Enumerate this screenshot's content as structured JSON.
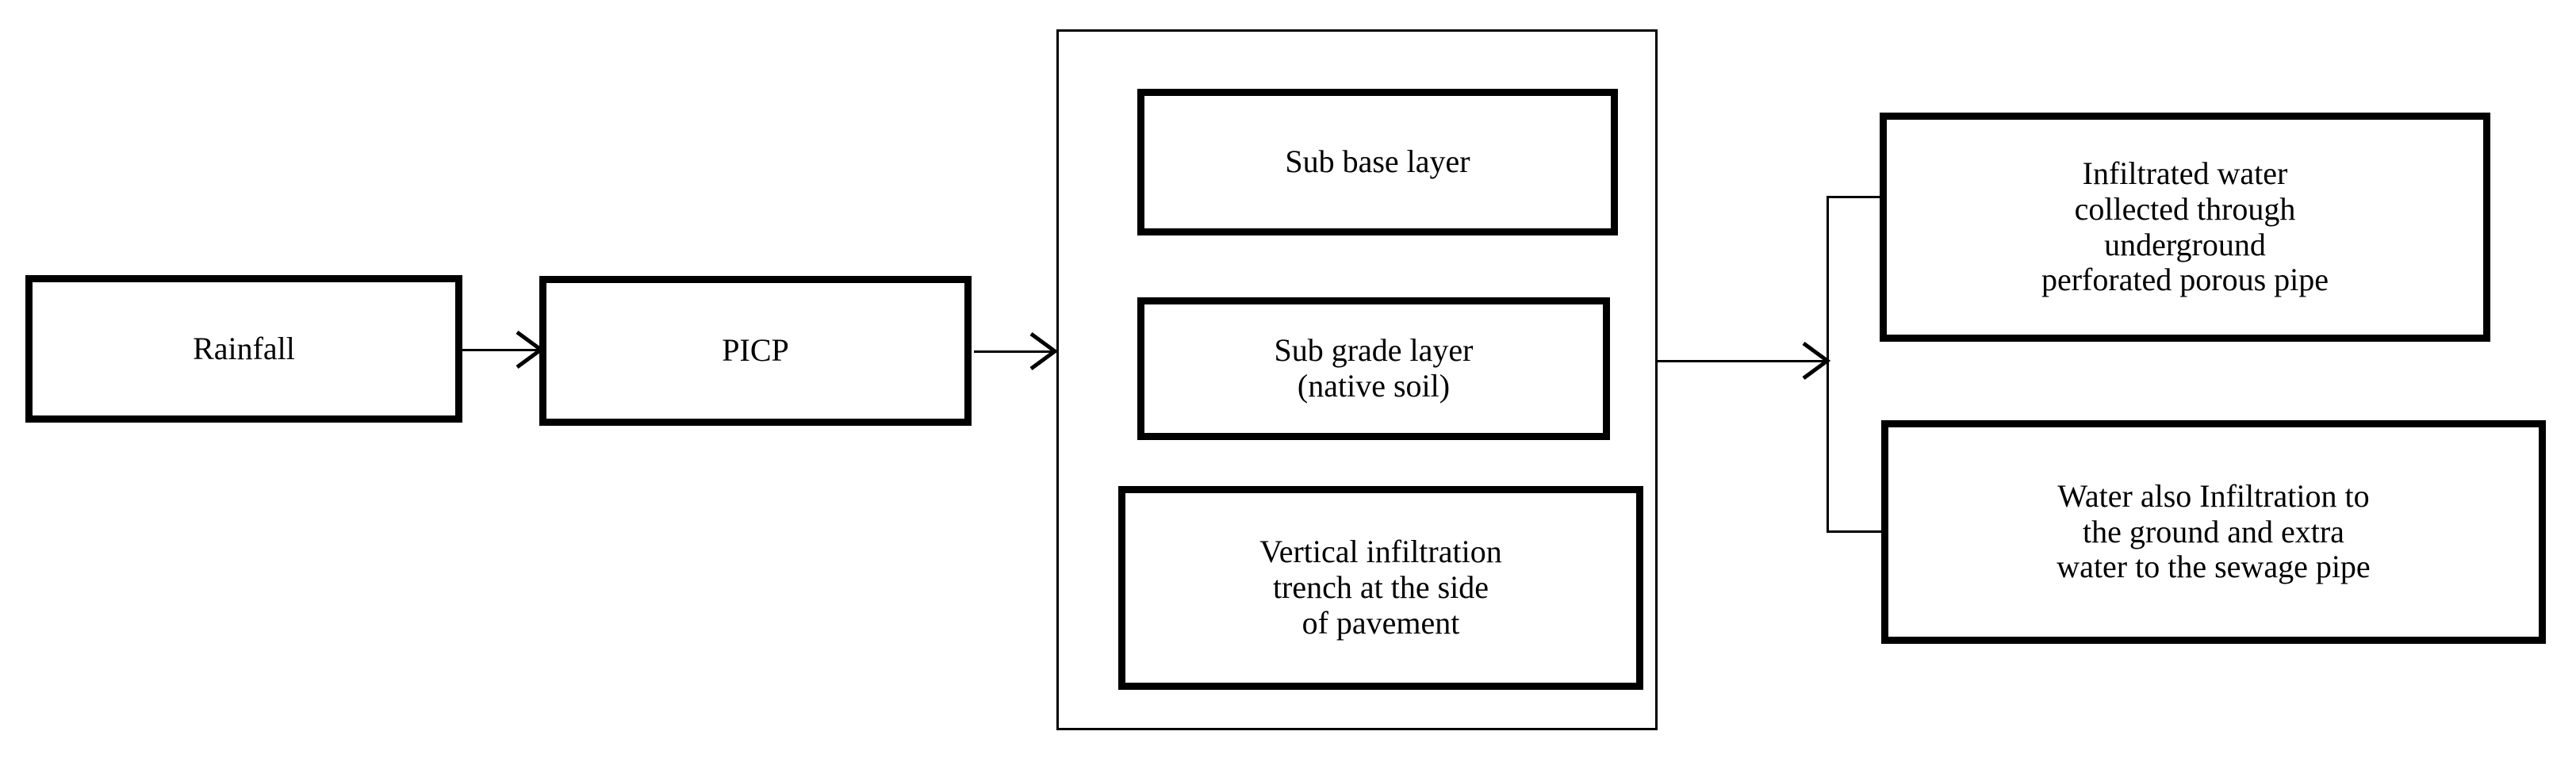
{
  "diagram": {
    "title": "PICP stormwater infiltration process flowchart",
    "colors": {
      "stroke": "#000000",
      "background": "#ffffff"
    },
    "nodes": {
      "rainfall": {
        "label": "Rainfall"
      },
      "picp": {
        "label": "PICP"
      },
      "sub_base": {
        "label": "Sub base  layer"
      },
      "sub_grade": {
        "line1": "Sub grade layer",
        "line2": "(native soil)"
      },
      "trench": {
        "line1": "Vertical infiltration",
        "line2": "trench at the side",
        "line3": "of pavement"
      },
      "infiltrated": {
        "line1": "Infiltrated water",
        "line2": "collected through",
        "line3": "underground",
        "line4": "perforated porous pipe"
      },
      "sewage": {
        "line1": "Water also Infiltration to",
        "line2": "the ground and extra",
        "line3": "water to the sewage pipe"
      }
    },
    "edges": [
      {
        "name": "rainfall-to-picp",
        "from": "rainfall",
        "to": "picp",
        "arrow": "open-chevron"
      },
      {
        "name": "picp-to-pavement-section",
        "from": "picp",
        "to": "pavement-section",
        "arrow": "open-chevron"
      },
      {
        "name": "pavement-section-to-outputs",
        "from": "pavement-section",
        "to": "outputs",
        "arrow": "open-chevron"
      },
      {
        "name": "branch-to-infiltrated",
        "from": "branch",
        "to": "infiltrated",
        "arrow": "none"
      },
      {
        "name": "branch-to-sewage",
        "from": "branch",
        "to": "sewage",
        "arrow": "none"
      }
    ]
  }
}
